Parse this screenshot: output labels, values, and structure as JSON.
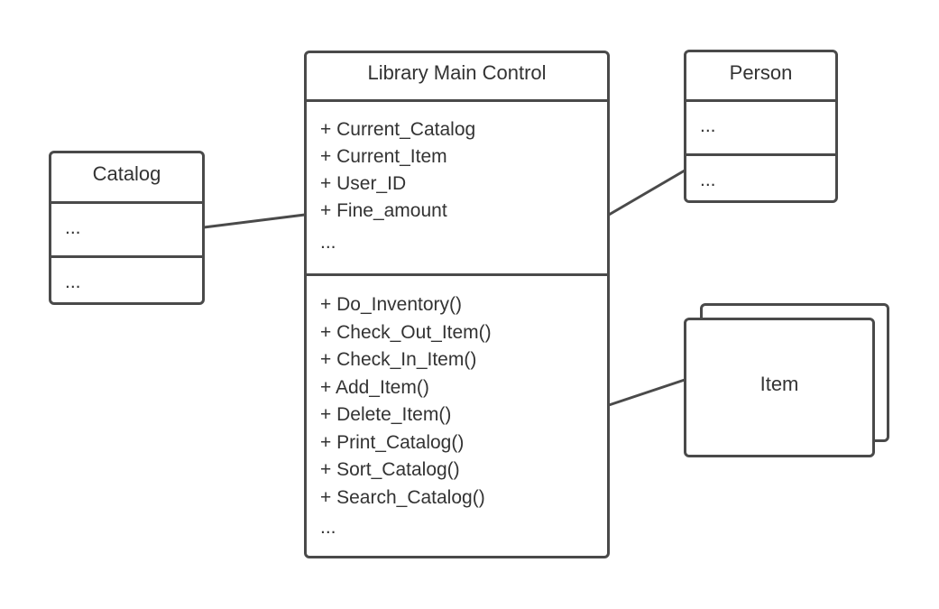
{
  "classes": {
    "main": {
      "name": "Library Main Control",
      "attributes": [
        "+ Current_Catalog",
        "+ Current_Item",
        "+ User_ID",
        "+ Fine_amount",
        "..."
      ],
      "operations": [
        "+ Do_Inventory()",
        "+ Check_Out_Item()",
        "+ Check_In_Item()",
        "+ Add_Item()",
        "+ Delete_Item()",
        "+ Print_Catalog()",
        "+ Sort_Catalog()",
        "+ Search_Catalog()",
        "..."
      ]
    },
    "catalog": {
      "name": "Catalog",
      "attributes": [
        "..."
      ],
      "operations": [
        "..."
      ]
    },
    "person": {
      "name": "Person",
      "attributes": [
        "..."
      ],
      "operations": [
        "..."
      ]
    },
    "item": {
      "name": "Item"
    }
  },
  "colors": {
    "stroke": "#4a4a4a",
    "text": "#333333",
    "background": "#ffffff"
  }
}
